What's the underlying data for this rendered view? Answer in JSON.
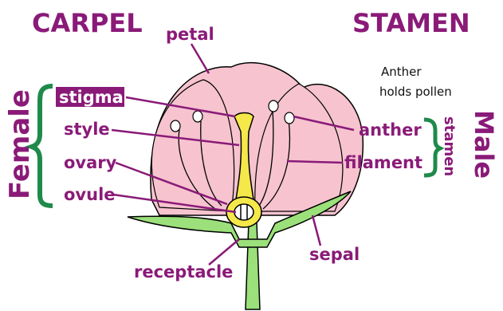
{
  "headings": {
    "carpel": "CARPEL",
    "stamen": "STAMEN"
  },
  "side_labels": {
    "female": "Female",
    "male": "Male",
    "stamen_vertical": "stamen"
  },
  "note": {
    "line1": "Anther",
    "line2": "holds pollen"
  },
  "parts": {
    "petal": "petal",
    "stigma": "stigma",
    "style": "style",
    "ovary": "ovary",
    "ovule": "ovule",
    "anther": "anther",
    "filament": "filament",
    "receptacle": "receptacle",
    "sepal": "sepal"
  },
  "colors": {
    "label": "#8a1a78",
    "petal": "#f6c3cf",
    "stem": "#9be07a",
    "carpel": "#f4e84a",
    "bracket": "#1f8a4a",
    "stigma_box": "#8a1a78"
  }
}
